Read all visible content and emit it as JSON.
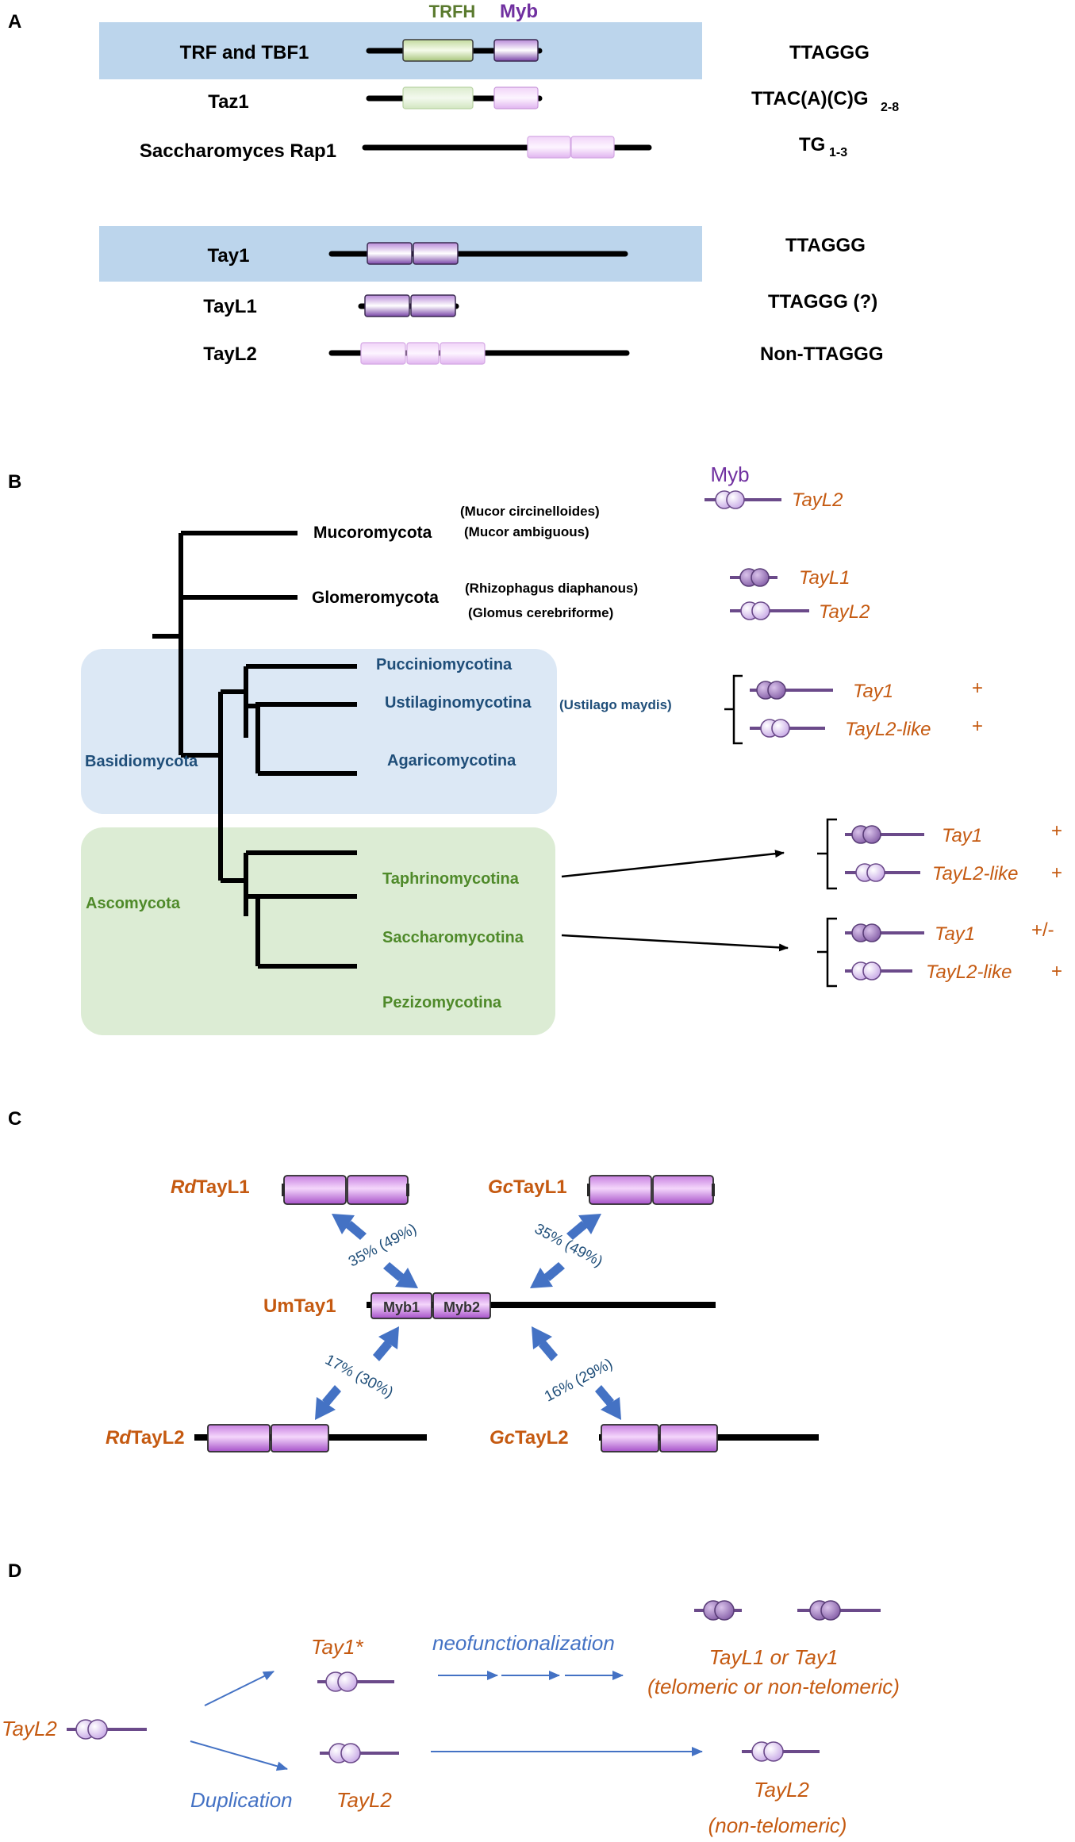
{
  "colors": {
    "highlight_blue": "#bcd5ec",
    "basidio_bg": "#dce8f5",
    "asco_bg": "#dcecd4",
    "myb_dark": "#8a55b5",
    "myb_light": "#e9c3f3",
    "trfh_dark": "#cde0b0",
    "trfh_light": "#e0efd5",
    "orange": "#c55a11",
    "blue_text": "#1f4e79",
    "green_text": "#4f8a2a",
    "arrow_blue": "#4472c4",
    "line": "#000000"
  },
  "panelA": {
    "label": "A",
    "header_trfh": "TRFH",
    "header_myb": "Myb",
    "rows": [
      {
        "name": "TRF and TBF1",
        "seq": "TTAGGG",
        "seq_sub": ""
      },
      {
        "name": "Taz1",
        "seq": "TTAC(A)(C)G",
        "seq_sub": "2-8"
      },
      {
        "name": "Saccharomyces Rap1",
        "seq": "TG",
        "seq_sub": "1-3"
      },
      {
        "name": "Tay1",
        "seq": "TTAGGG",
        "seq_sub": ""
      },
      {
        "name": "TayL1",
        "seq": "TTAGGG (?)",
        "seq_sub": ""
      },
      {
        "name": "TayL2",
        "seq": "Non-TTAGGG",
        "seq_sub": ""
      }
    ]
  },
  "panelB": {
    "label": "B",
    "myb_label": "Myb",
    "taxa": {
      "mucoromycota": "Mucoromycota",
      "mucor_species_1": "(Mucor circinelloides)",
      "mucor_species_2": "(Mucor ambiguous)",
      "glomeromycota": "Glomeromycota",
      "glom_species_1": "(Rhizophagus diaphanous)",
      "glom_species_2": "(Glomus cerebriforme)",
      "pucciniomycotina": "Pucciniomycotina",
      "ustilaginomycotina": "Ustilaginomycotina",
      "ustilago_species": "(Ustilago maydis)",
      "agaricomycotina": "Agaricomycotina",
      "basidiomycota": "Basidiomycota",
      "ascomycota": "Ascomycota",
      "taphrinomycotina": "Taphrinomycotina",
      "saccharomycotina": "Saccharomycotina",
      "pezizomycotina": "Pezizomycotina"
    },
    "proteins": {
      "mucor_tayl2": "TayL2",
      "glom_tayl1": "TayL1",
      "glom_tayl2": "TayL2",
      "ust_tay1": "Tay1",
      "ust_tayl2like": "TayL2-like",
      "taph_tay1": "Tay1",
      "taph_tayl2like": "TayL2-like",
      "sacch_tay1": "Tay1",
      "sacch_tayl2like": "TayL2-like"
    },
    "marks": {
      "ust_tay1": "+",
      "ust_tayl2like": "+",
      "taph_tay1": "+",
      "taph_tayl2like": "+",
      "sacch_tay1": "+/-",
      "sacch_tayl2like": "+"
    }
  },
  "panelC": {
    "label": "C",
    "rd_tayl1_prefix": "Rd",
    "rd_tayl1_suffix": "TayL1",
    "gc_tayl1_prefix": "Gc",
    "gc_tayl1_suffix": "TayL1",
    "umtay1": "UmTay1",
    "myb1": "Myb1",
    "myb2": "Myb2",
    "rd_tayl2_prefix": "Rd",
    "rd_tayl2_suffix": "TayL2",
    "gc_tayl2_prefix": "Gc",
    "gc_tayl2_suffix": "TayL2",
    "pct_rd_tayl1": "35% (49%)",
    "pct_gc_tayl1": "35% (49%)",
    "pct_rd_tayl2": "17% (30%)",
    "pct_gc_tayl2": "16% (29%)"
  },
  "panelD": {
    "label": "D",
    "tayl2_left": "TayL2",
    "tay1_star": "Tay1*",
    "neofunc": "neofunctionalization",
    "tayl1_or_tay1": "TayL1 or Tay1",
    "telomeric": "(telomeric or non-telomeric)",
    "duplication": "Duplication",
    "tayl2_mid": "TayL2",
    "tayl2_right": "TayL2",
    "non_telomeric": "(non-telomeric)"
  }
}
